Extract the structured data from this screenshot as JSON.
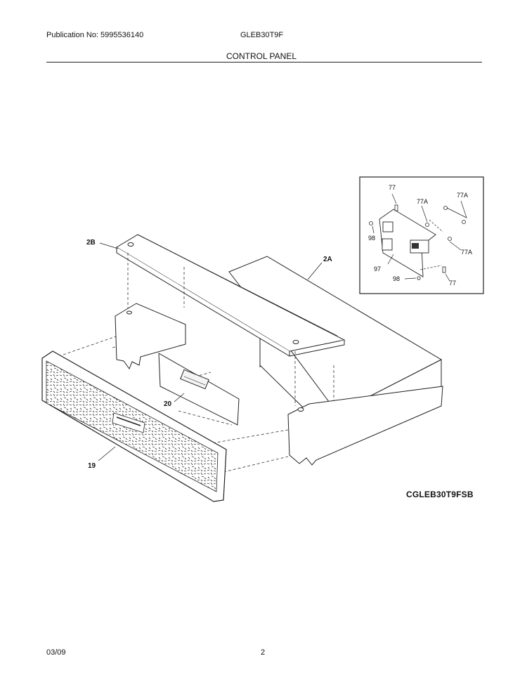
{
  "header": {
    "publication": "Publication No: 5995536140",
    "model": "GLEB30T9F",
    "section_title": "CONTROL PANEL"
  },
  "callouts": {
    "c2B": "2B",
    "c2A": "2A",
    "c20": "20",
    "c19": "19",
    "inset_77_top": "77",
    "inset_77A_left": "77A",
    "inset_77A_right": "77A",
    "inset_98_left": "98",
    "inset_77A_mid": "77A",
    "inset_97": "97",
    "inset_98_bottom": "98",
    "inset_77_bottom": "77"
  },
  "diagram_code": "CGLEB30T9FSB",
  "footer": {
    "date": "03/09",
    "page": "2"
  }
}
